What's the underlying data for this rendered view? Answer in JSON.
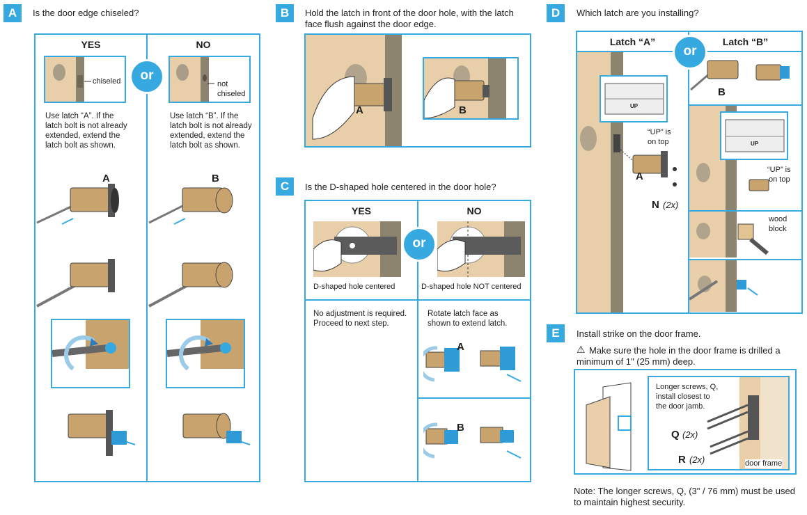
{
  "colors": {
    "accent": "#36a9e1",
    "wood": "#e8cfa9",
    "frame": "#8d8470",
    "latch_blue": "#2f9bd6"
  },
  "sections": {
    "A": {
      "badge": "A",
      "question": "Is the door edge chiseled?",
      "yes": {
        "header": "YES",
        "callout": "chiseled",
        "text": [
          "Use latch “A”. If the",
          "latch bolt is not already",
          "extended, extend the",
          "latch bolt as shown."
        ],
        "latch_label": "A"
      },
      "no": {
        "header": "NO",
        "callout": [
          "not",
          "chiseled"
        ],
        "text": [
          "Use latch “B”. If the",
          "latch bolt is not already",
          "extended, extend the",
          "latch bolt as shown."
        ],
        "latch_label": "B"
      },
      "or": "or"
    },
    "B": {
      "badge": "B",
      "instruction": [
        "Hold the latch in front of the door hole, with the latch",
        "face flush against the door edge."
      ],
      "label_a": "A",
      "label_b": "B"
    },
    "C": {
      "badge": "C",
      "question": "Is the D-shaped hole centered in the door hole?",
      "yes": {
        "header": "YES",
        "caption": "D-shaped hole centered",
        "text": [
          "No adjustment is required.",
          "Proceed to next step."
        ]
      },
      "no": {
        "header": "NO",
        "caption": "D-shaped hole NOT centered",
        "text": [
          "Rotate latch face as",
          "shown to extend latch."
        ],
        "label_a": "A",
        "label_b": "B"
      },
      "or": "or"
    },
    "D": {
      "badge": "D",
      "question": "Which latch are you installing?",
      "latch_a": "Latch “A”",
      "latch_b": "Latch “B”",
      "or": "or",
      "up_a": [
        "“UP” is",
        "on top"
      ],
      "up_b": [
        "“UP” is",
        "on top"
      ],
      "label_a": "A",
      "label_b": "B",
      "label_n": "N",
      "n_count": "(2x)",
      "wood": [
        "wood",
        "block"
      ],
      "up_tag": "UP"
    },
    "E": {
      "badge": "E",
      "instruction": "Install strike on the door frame.",
      "warning": [
        "Make sure the hole in the door frame is drilled a",
        "minimum of 1\" (25 mm) deep."
      ],
      "screws_note": [
        "Longer screws, Q,",
        "install closest to",
        "the door jamb."
      ],
      "label_q": "Q",
      "q_count": "(2x)",
      "label_r": "R",
      "r_count": "(2x)",
      "door_frame": "door frame",
      "note": [
        "Note: The longer screws, Q,  (3\" / 76 mm) must be used",
        "to maintain highest security."
      ]
    }
  }
}
